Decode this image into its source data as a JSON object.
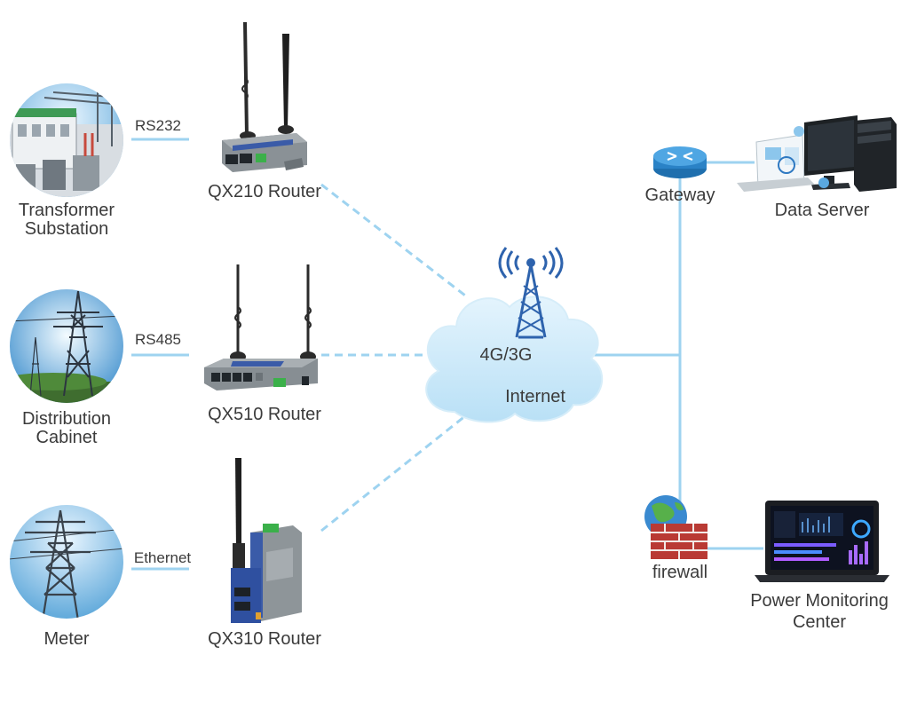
{
  "sites": [
    {
      "name_line1": "Transformer",
      "name_line2": "Substation",
      "protocol": "RS232",
      "router": "QX210 Router",
      "photo_icon": "substation-photo"
    },
    {
      "name_line1": "Distribution",
      "name_line2": "Cabinet",
      "protocol": "RS485",
      "router": "QX510 Router",
      "photo_icon": "pylon-photo"
    },
    {
      "name_line1": "Meter",
      "name_line2": "",
      "protocol": "Ethernet",
      "router": "QX310 Router",
      "photo_icon": "pylon-photo"
    }
  ],
  "network": {
    "cloud_line1": "4G/3G",
    "cloud_line2": "Internet",
    "gateway": "Gateway",
    "data_server": "Data Server",
    "firewall": "firewall",
    "monitoring_line1": "Power Monitoring",
    "monitoring_line2": "Center"
  },
  "colors": {
    "link_line": "#9ed3f0",
    "dashed_link": "#9ed3f0",
    "cloud": "#c9e8f8",
    "router_body": "#7d8489",
    "router_blue": "#3a5ba8"
  }
}
